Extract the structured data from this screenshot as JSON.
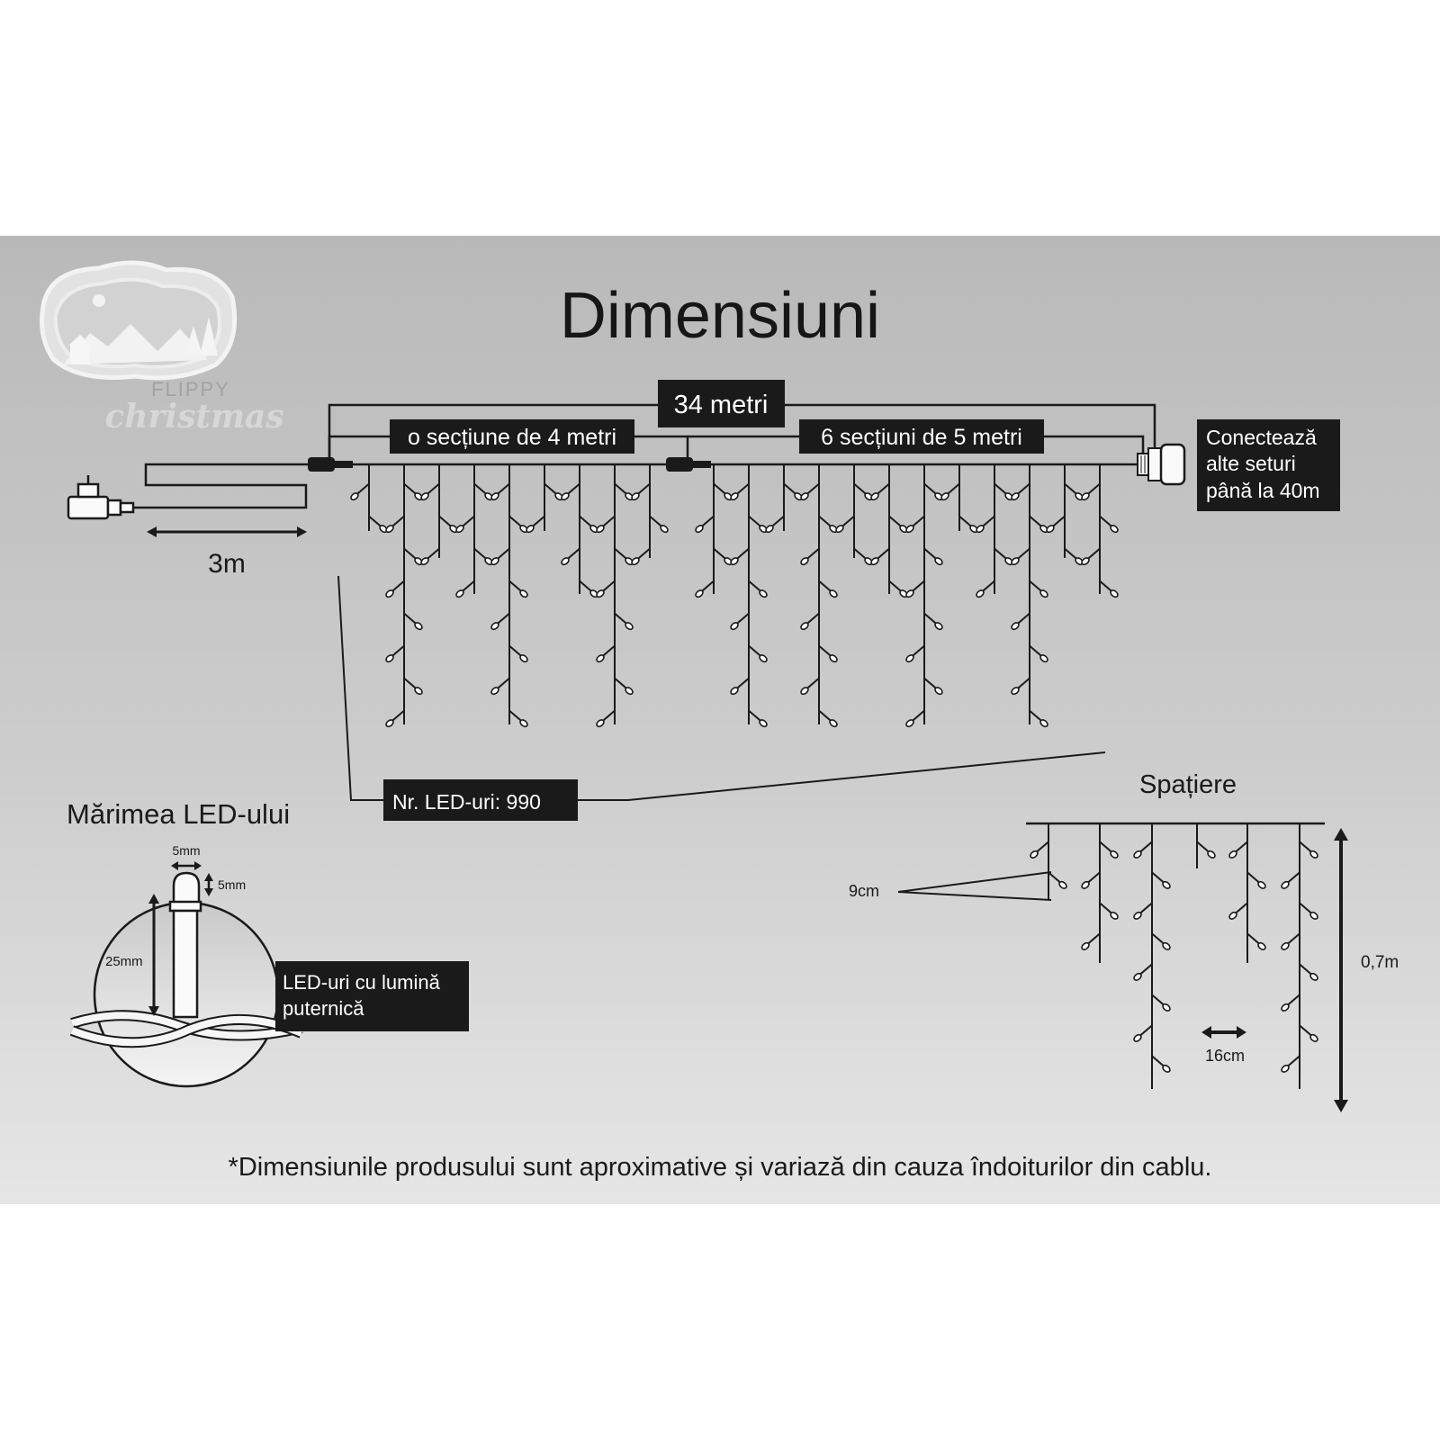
{
  "title": "Dimensiuni",
  "logo": {
    "line1": "FLIPPY",
    "line2": "christmas"
  },
  "total_length_label": "34 metri",
  "section_first_label": "o secțiune de 4 metri",
  "section_rest_label": "6 secțiuni de 5 metri",
  "connect_label": {
    "line1": "Conectează",
    "line2": "alte seturi",
    "line3": "până la 40m"
  },
  "power_cable_label": "3m",
  "led_count_label": "Nr. LED-uri: 990",
  "led_size": {
    "title": "Mărimea LED-ului",
    "width_label": "5mm",
    "height_label": "5mm",
    "length_label": "25mm",
    "bright_label": {
      "line1": "LED-uri cu lumină",
      "line2": "puternică"
    }
  },
  "spacing": {
    "title": "Spațiere",
    "vertical_label": "9cm",
    "horizontal_label": "16cm",
    "height_label": "0,7m"
  },
  "footnote": "*Dimensiunile produsului sunt aproximative și variază din cauza îndoiturilor din cablu.",
  "colors": {
    "panel_top": "#b9b9b9",
    "panel_bottom": "#e6e6e6",
    "label_bg": "#1a1a1a",
    "label_text": "#ffffff",
    "line": "#1a1a1a"
  }
}
